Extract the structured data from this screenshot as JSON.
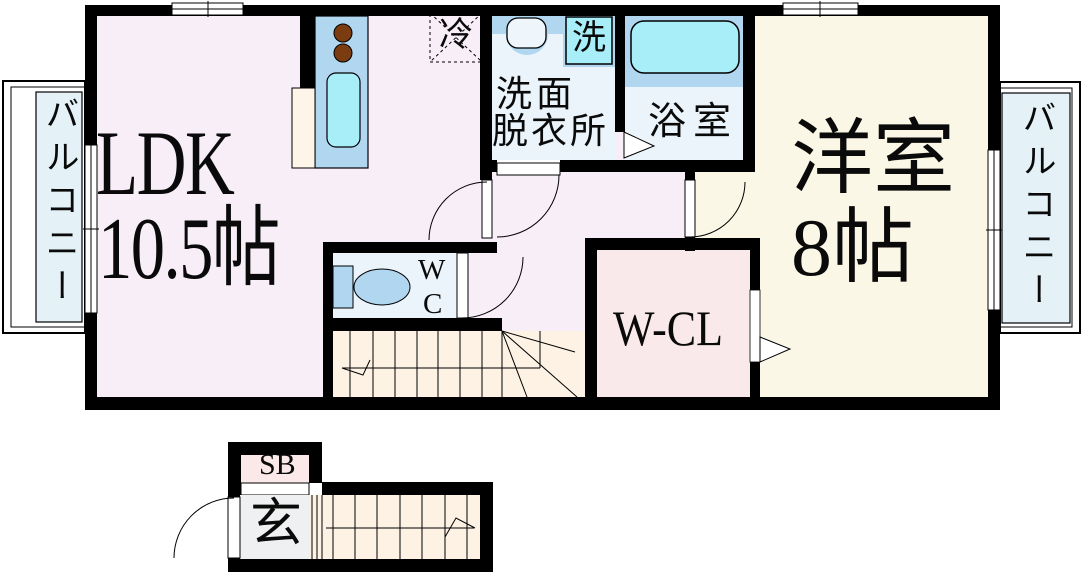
{
  "plan": {
    "title": "apartment-floor-plan",
    "rooms": {
      "ldk": {
        "name_line": "LDK",
        "size_line": "10.5帖"
      },
      "western_room": {
        "name_line": "洋室",
        "size_line": "8帖"
      },
      "washroom": {
        "line1": "洗面",
        "line2": "脱衣所"
      },
      "bathroom": {
        "label": "浴室"
      },
      "toilet": {
        "line1": "W",
        "line2": "C"
      },
      "walk_in_closet": {
        "label": "W-CL"
      },
      "entrance": {
        "label": "玄"
      },
      "shoe_box": {
        "label": "SB"
      },
      "refrigerator_space": {
        "label": "冷"
      },
      "washer_space": {
        "label": "洗"
      },
      "balcony_left": {
        "label": "バルコニー"
      },
      "balcony_right": {
        "label": "バルコニー"
      }
    },
    "colors": {
      "wall": "#000000",
      "floor_main": "#f8eef8",
      "floor_western": "#fbf7e6",
      "floor_wet": "#eaf4fa",
      "floor_wcl": "#fae9ea",
      "floor_stairs": "#fdf2e4",
      "floor_genkan": "#eef0f1",
      "floor_sb": "#fbe9e9",
      "balcony_blue": "#e4f2f8",
      "fixture_blue": "#b0d6f0",
      "fixture_cyan": "#a8eef8",
      "basin_white": "#eef6fb",
      "counter_board": "#fdf6e8",
      "burner_brown": "#7a3c10",
      "white": "#ffffff"
    }
  }
}
